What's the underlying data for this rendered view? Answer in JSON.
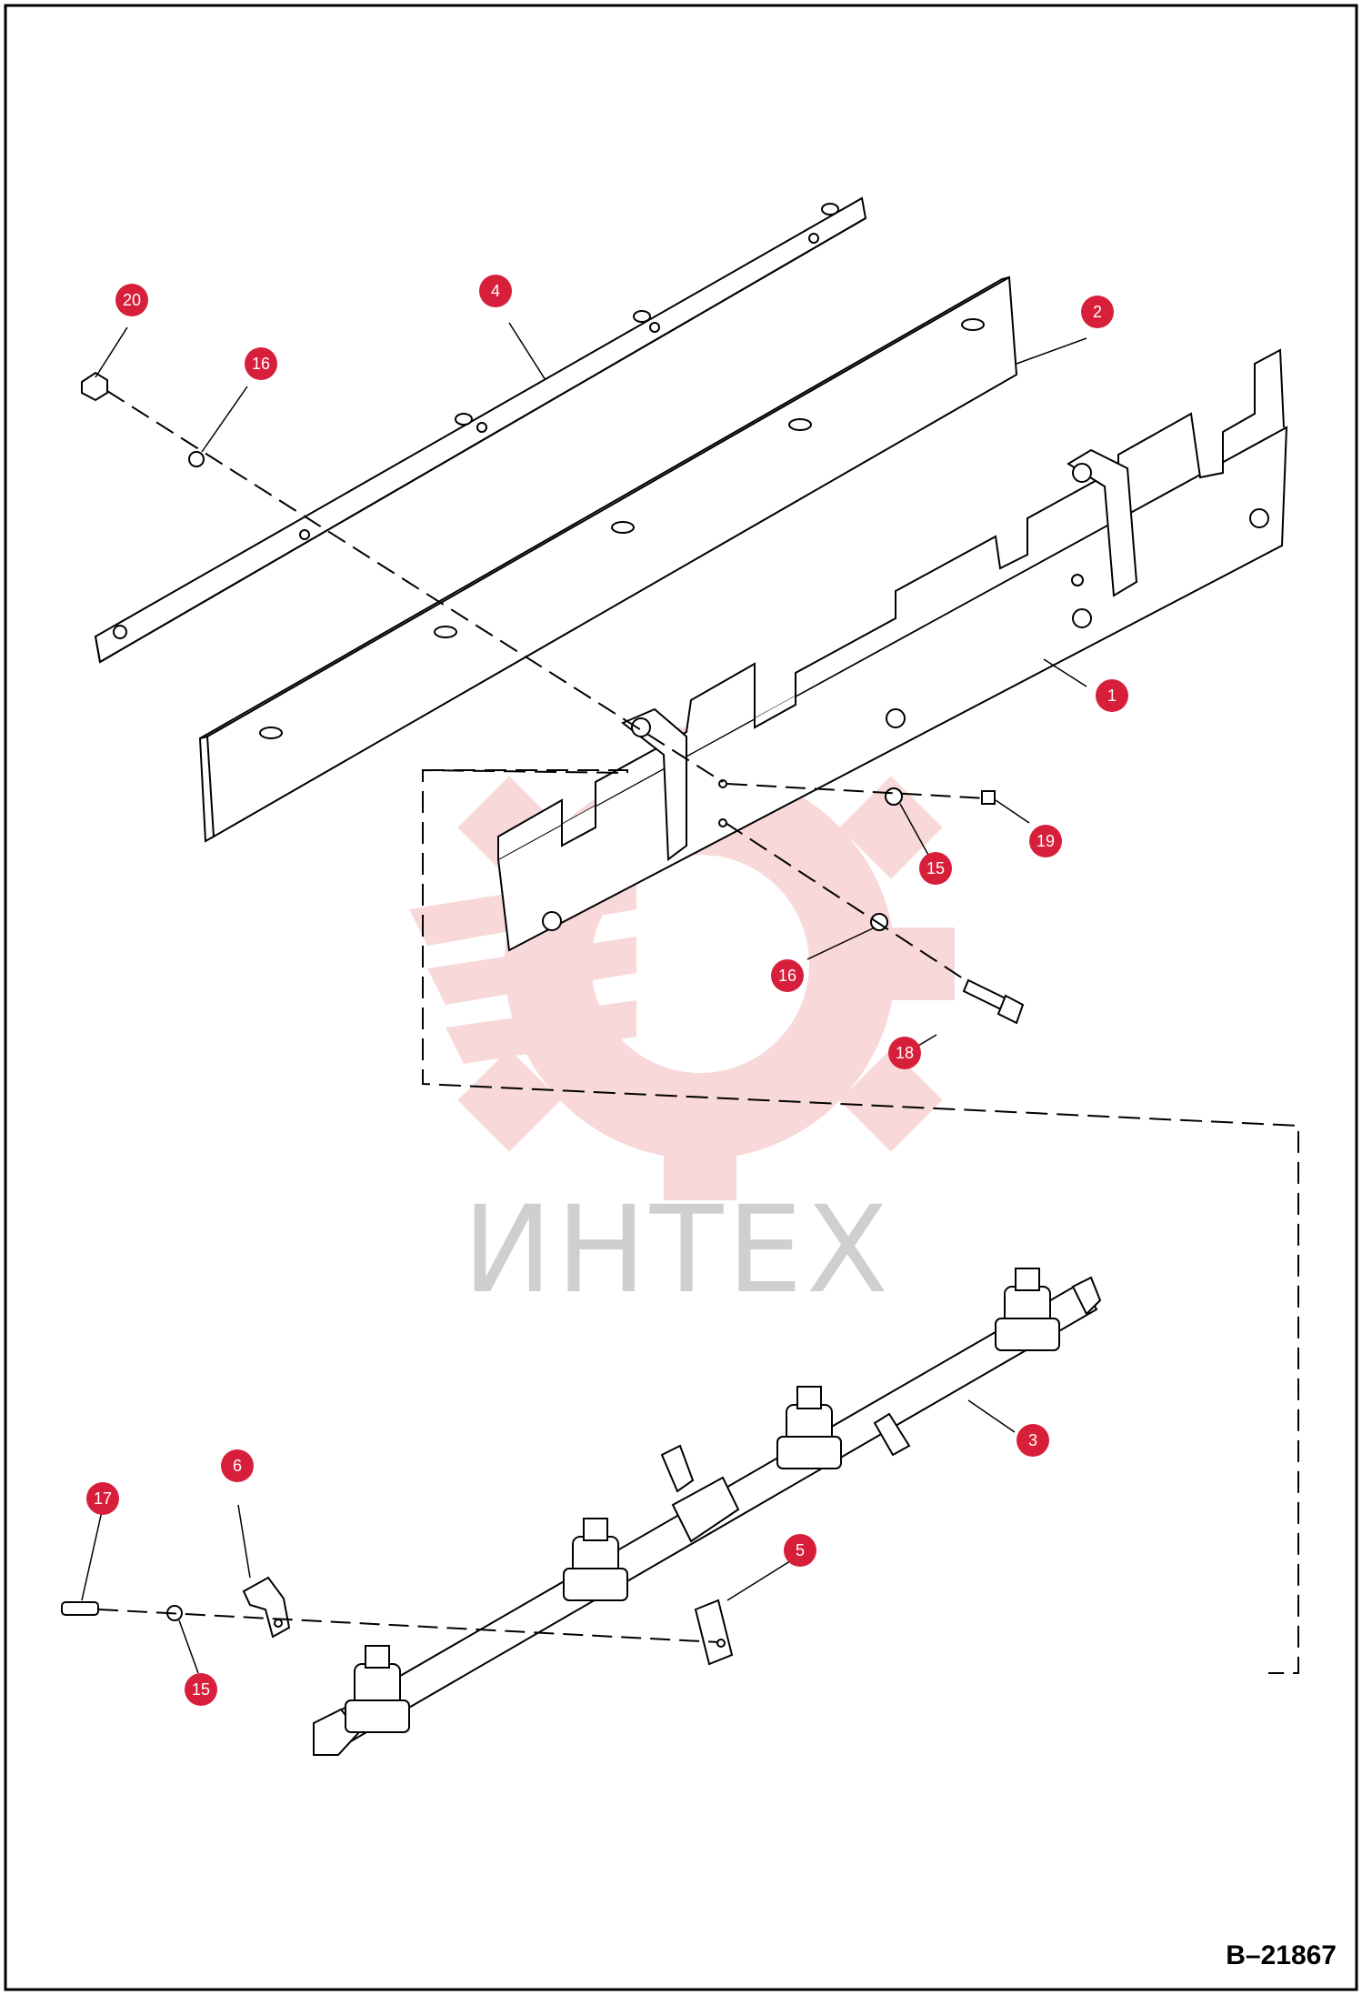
{
  "drawing": {
    "reference": "B–21867",
    "watermark": "ИНТЕХ"
  },
  "colors": {
    "callout": "#d71f3b",
    "callout_text": "#ffffff",
    "line": "#000000",
    "watermark_gear": "#f3c4c4",
    "watermark_text": "#cfcfcf"
  },
  "callouts": [
    {
      "id": "c20",
      "label": "20"
    },
    {
      "id": "c16a",
      "label": "16"
    },
    {
      "id": "c4",
      "label": "4"
    },
    {
      "id": "c2",
      "label": "2"
    },
    {
      "id": "c1",
      "label": "1"
    },
    {
      "id": "c19",
      "label": "19"
    },
    {
      "id": "c15a",
      "label": "15"
    },
    {
      "id": "c16b",
      "label": "16"
    },
    {
      "id": "c18",
      "label": "18"
    },
    {
      "id": "c3",
      "label": "3"
    },
    {
      "id": "c6",
      "label": "6"
    },
    {
      "id": "c17",
      "label": "17"
    },
    {
      "id": "c5",
      "label": "5"
    },
    {
      "id": "c15b",
      "label": "15"
    }
  ]
}
